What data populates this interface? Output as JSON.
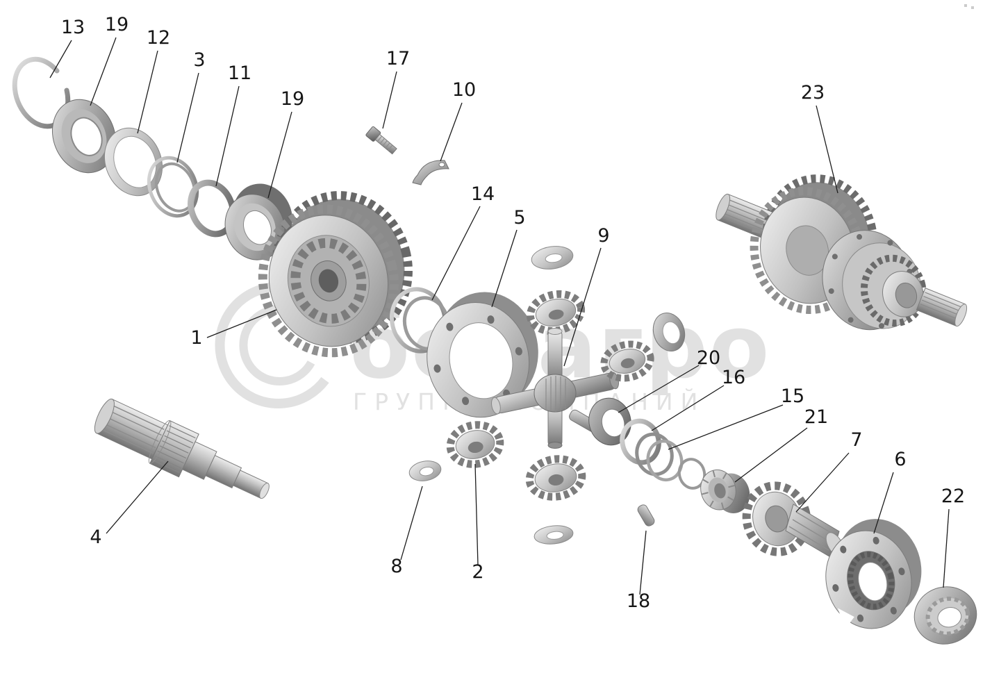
{
  "watermark": {
    "brand": "белагро",
    "subtitle": "ГРУППА КОМПАНИЙ",
    "color": "#c4c4c4"
  },
  "diagram": {
    "labels": [
      {
        "ref": "13"
      },
      {
        "ref": "19"
      },
      {
        "ref": "12"
      },
      {
        "ref": "3"
      },
      {
        "ref": "11"
      },
      {
        "ref": "19"
      },
      {
        "ref": "17"
      },
      {
        "ref": "10"
      },
      {
        "ref": "23"
      },
      {
        "ref": "14"
      },
      {
        "ref": "5"
      },
      {
        "ref": "9"
      },
      {
        "ref": "1"
      },
      {
        "ref": "20"
      },
      {
        "ref": "16"
      },
      {
        "ref": "15"
      },
      {
        "ref": "21"
      },
      {
        "ref": "7"
      },
      {
        "ref": "6"
      },
      {
        "ref": "22"
      },
      {
        "ref": "4"
      },
      {
        "ref": "8"
      },
      {
        "ref": "2"
      },
      {
        "ref": "18"
      }
    ]
  }
}
